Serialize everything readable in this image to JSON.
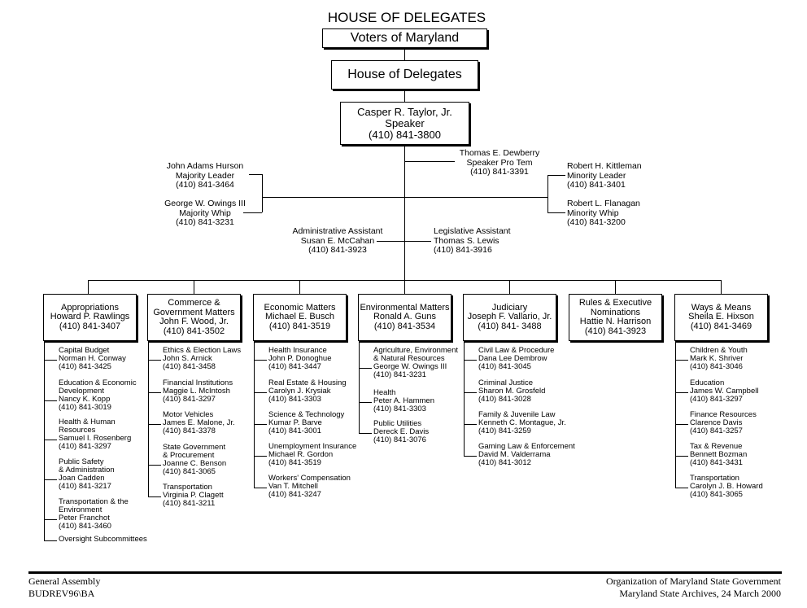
{
  "title": "HOUSE OF DELEGATES",
  "voters": "Voters of Maryland",
  "house": "House of Delegates",
  "speaker": {
    "name": "Casper R. Taylor, Jr.",
    "role": "Speaker",
    "phone": "(410) 841-3800"
  },
  "pro_tem": {
    "name": "Thomas E. Dewberry",
    "role": "Speaker Pro Tem",
    "phone": "(410) 841-3391"
  },
  "majority_leader": {
    "name": "John Adams Hurson",
    "role": "Majority Leader",
    "phone": "(410) 841-3464"
  },
  "majority_whip": {
    "name": "George W. Owings III",
    "role": "Majority Whip",
    "phone": "(410) 841-3231"
  },
  "minority_leader": {
    "name": "Robert H. Kittleman",
    "role": "Minority Leader",
    "phone": "(410) 841-3401"
  },
  "minority_whip": {
    "name": "Robert L. Flanagan",
    "role": "Minority Whip",
    "phone": "(410) 841-3200"
  },
  "admin_assistant": {
    "role": "Administrative Assistant",
    "name": "Susan E. McCahan",
    "phone": "(410) 841-3923"
  },
  "leg_assistant": {
    "role": "Legislative Assistant",
    "name": "Thomas S. Lewis",
    "phone": "(410) 841-3916"
  },
  "committees": [
    {
      "lines": [
        "Appropriations",
        "Howard P. Rawlings",
        "(410) 841-3407"
      ],
      "subs": [
        [
          "Capital Budget",
          "Norman H. Conway",
          "(410) 841-3425"
        ],
        [
          "Education & Economic",
          "Development",
          "Nancy K. Kopp",
          "(410) 841-3019"
        ],
        [
          "Health & Human",
          "Resources",
          "Samuel I. Rosenberg",
          "(410) 841-3297"
        ],
        [
          "Public Safety",
          "& Administration",
          "Joan Cadden",
          "(410) 841-3217"
        ],
        [
          "Transportation & the",
          "Environment",
          "Peter Franchot",
          "(410) 841-3460"
        ],
        [
          "Oversight Subcommittees"
        ]
      ]
    },
    {
      "lines": [
        "Commerce &",
        "Government Matters",
        "John F. Wood, Jr.",
        "(410) 841-3502"
      ],
      "subs": [
        [
          "Ethics & Election Laws",
          "John S. Arnick",
          "(410) 841-3458"
        ],
        [
          "Financial Institutions",
          "Maggie L. McIntosh",
          "(410) 841-3297"
        ],
        [
          "Motor Vehicles",
          "James E. Malone, Jr.",
          "(410) 841-3378"
        ],
        [
          "State Government",
          "& Procurement",
          "Joanne C. Benson",
          "(410) 841-3065"
        ],
        [
          "Transportation",
          "Virginia P. Clagett",
          "(410) 841-3211"
        ]
      ]
    },
    {
      "lines": [
        "Economic Matters",
        "Michael E. Busch",
        "(410) 841-3519"
      ],
      "subs": [
        [
          "Health Insurance",
          "John P. Donoghue",
          "(410) 841-3447"
        ],
        [
          "Real Estate & Housing",
          "Carolyn J. Krysiak",
          "(410) 841-3303"
        ],
        [
          "Science & Technology",
          "Kumar P. Barve",
          "(410) 841-3001"
        ],
        [
          "Unemployment Insurance",
          "Michael R. Gordon",
          "(410) 841-3519"
        ],
        [
          "Workers' Compensation",
          "Van T. Mitchell",
          "(410) 841-3247"
        ]
      ]
    },
    {
      "lines": [
        "Environmental Matters",
        "Ronald A. Guns",
        "(410) 841-3534"
      ],
      "subs": [
        [
          "Agriculture, Environment",
          "& Natural Resources",
          "George W. Owings III",
          "(410) 841-3231"
        ],
        [
          "Health",
          "Peter A. Hammen",
          "(410) 841-3303"
        ],
        [
          "Public Utilities",
          "Dereck E. Davis",
          "(410) 841-3076"
        ]
      ]
    },
    {
      "lines": [
        "Judiciary",
        "Joseph F. Vallario, Jr.",
        "(410) 841- 3488"
      ],
      "subs": [
        [
          "Civil Law & Procedure",
          "Dana Lee Dembrow",
          "(410) 841-3045"
        ],
        [
          "Criminal Justice",
          "Sharon M. Grosfeld",
          "(410) 841-3028"
        ],
        [
          "Family & Juvenile Law",
          "Kenneth C. Montague, Jr.",
          "(410) 841-3259"
        ],
        [
          "Gaming Law & Enforcement",
          "David M. Valderrama",
          "(410) 841-3012"
        ]
      ]
    },
    {
      "lines": [
        "Rules & Executive",
        "Nominations",
        "Hattie N. Harrison",
        "(410) 841-3923"
      ],
      "subs": []
    },
    {
      "lines": [
        "Ways & Means",
        "Sheila E. Hixson",
        "(410) 841-3469"
      ],
      "subs": [
        [
          "Children & Youth",
          "Mark K. Shriver",
          "(410) 841-3046"
        ],
        [
          "Education",
          "James W. Campbell",
          "(410) 841-3297"
        ],
        [
          "Finance Resources",
          "Clarence Davis",
          "(410) 841-3257"
        ],
        [
          "Tax & Revenue",
          "Bennett Bozman",
          "(410) 841-3431"
        ],
        [
          "Transportation",
          "Carolyn J. B. Howard",
          "(410) 841-3065"
        ]
      ]
    }
  ],
  "footer": {
    "left": [
      "General Assembly",
      "BUDREV96\\BA"
    ],
    "right": [
      "Organization of Maryland State Government",
      "Maryland State Archives, 24 March 2000"
    ]
  }
}
